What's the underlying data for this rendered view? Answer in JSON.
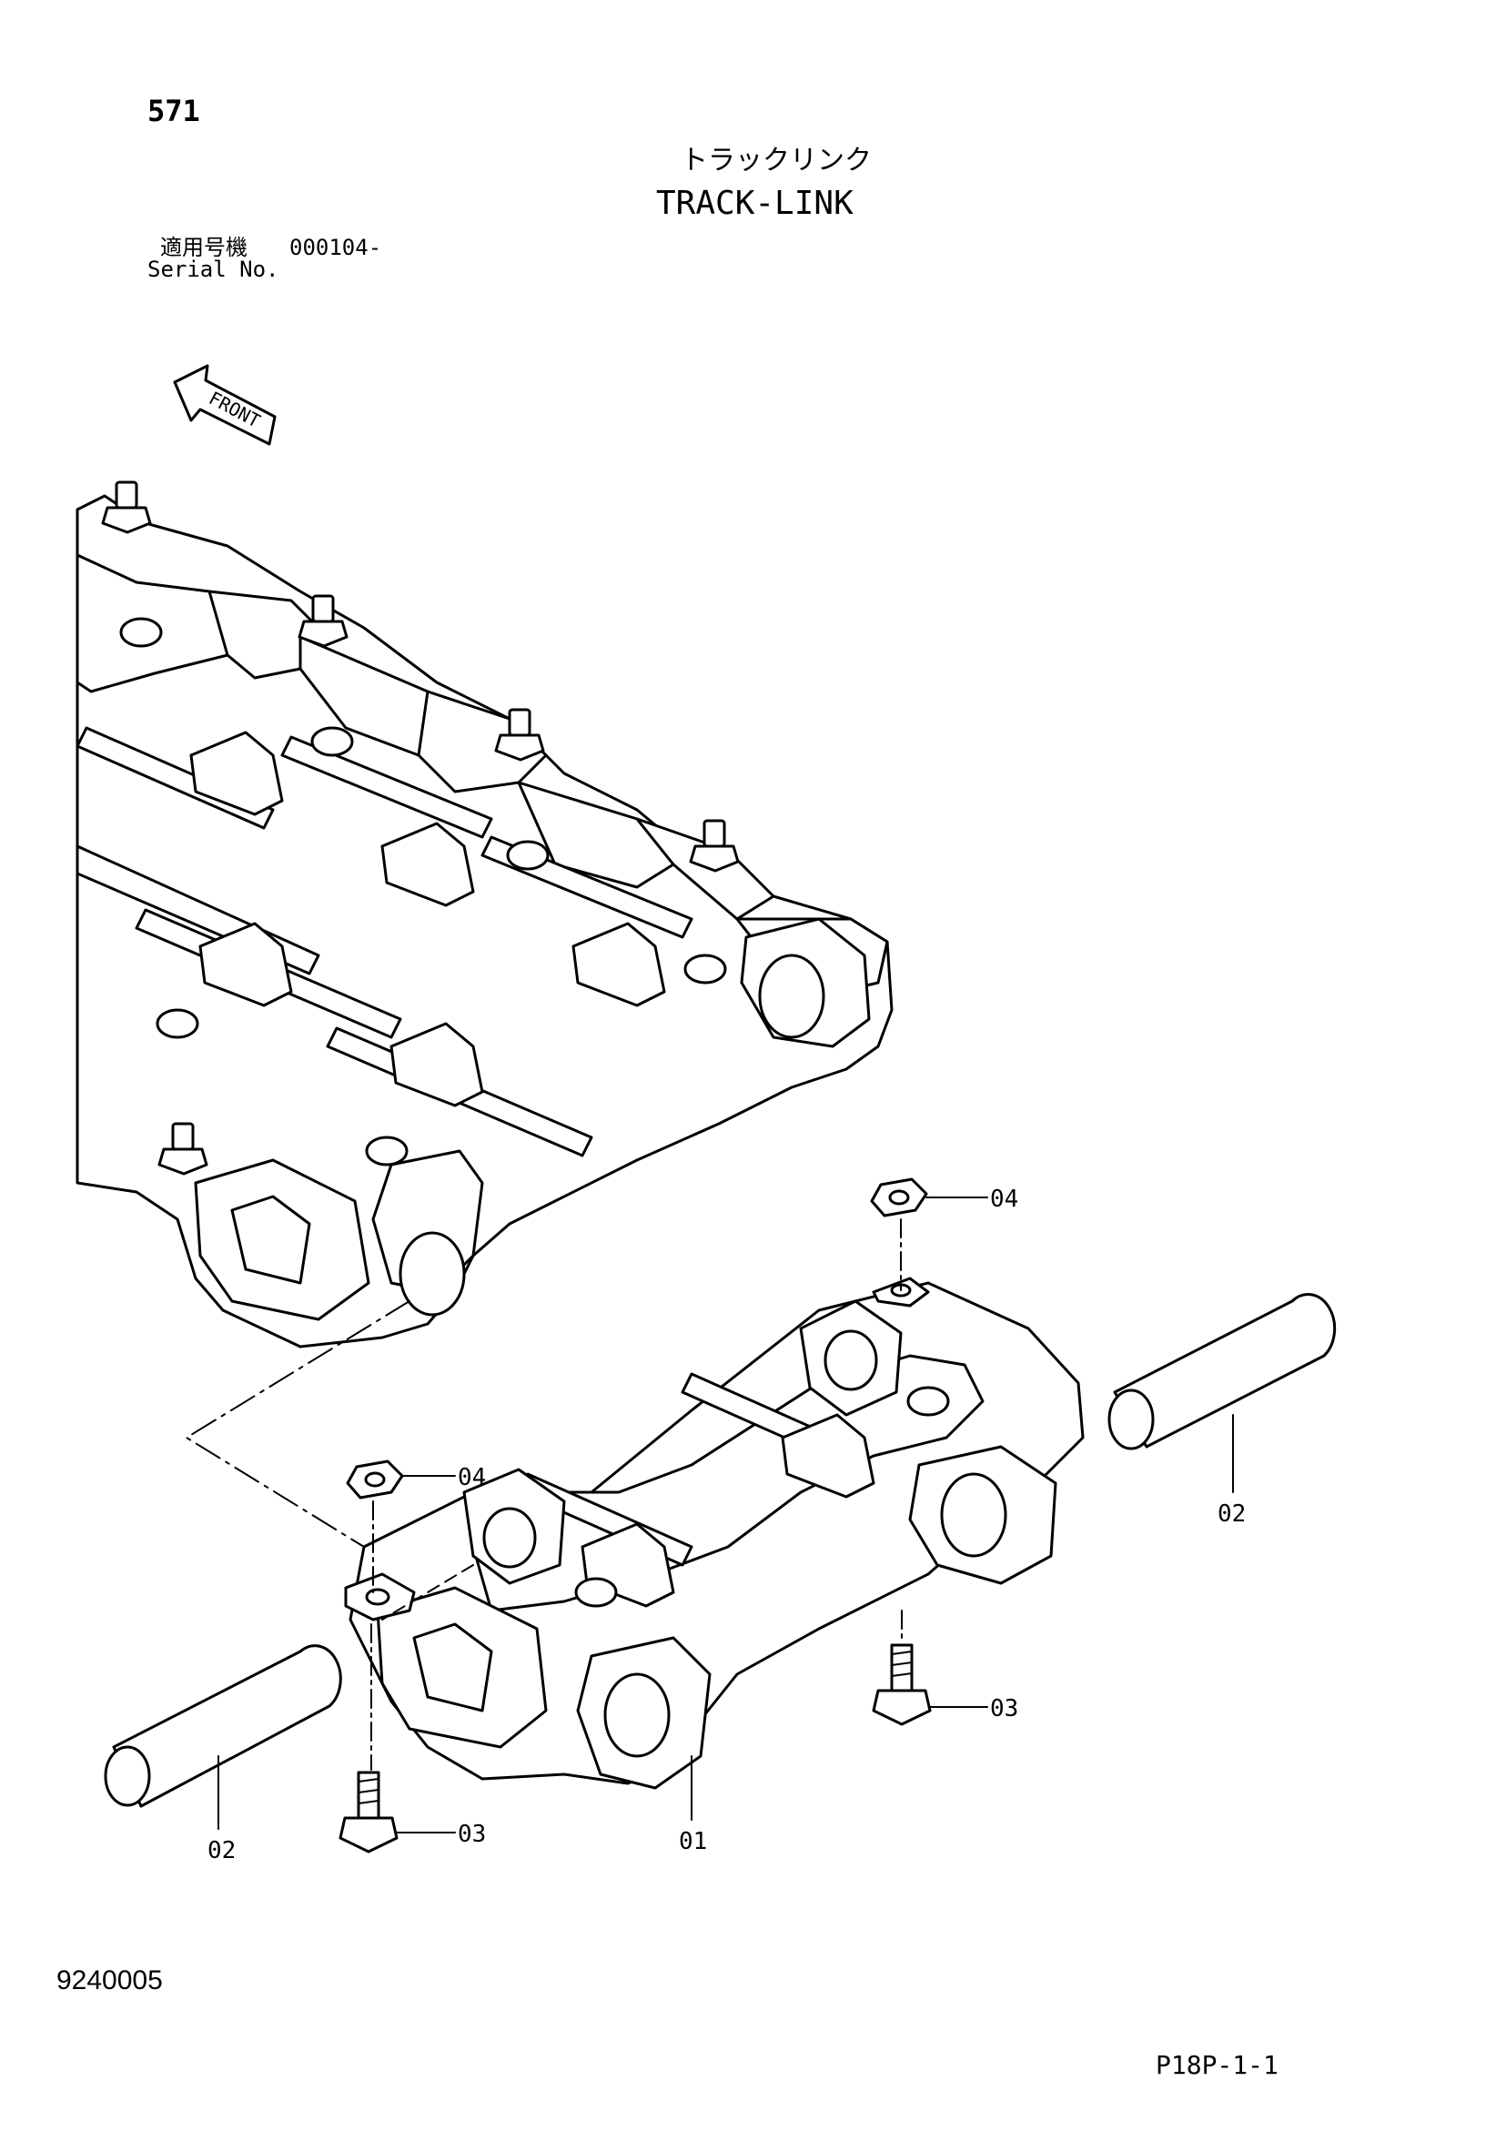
{
  "header": {
    "page_number": "571",
    "title_jp": "トラックリンク",
    "title_en": "TRACK-LINK",
    "serial_label_jp": "適用号機",
    "serial_value": "000104-",
    "serial_label_en": "Serial No."
  },
  "diagram": {
    "front_label": "FRONT",
    "callouts": {
      "part_01": "01",
      "part_02_right": "02",
      "part_02_left": "02",
      "part_03_right": "03",
      "part_03_left": "03",
      "part_04_top": "04",
      "part_04_left": "04"
    }
  },
  "footer": {
    "doc_code": "9240005",
    "page_code": "P18P-1-1"
  }
}
